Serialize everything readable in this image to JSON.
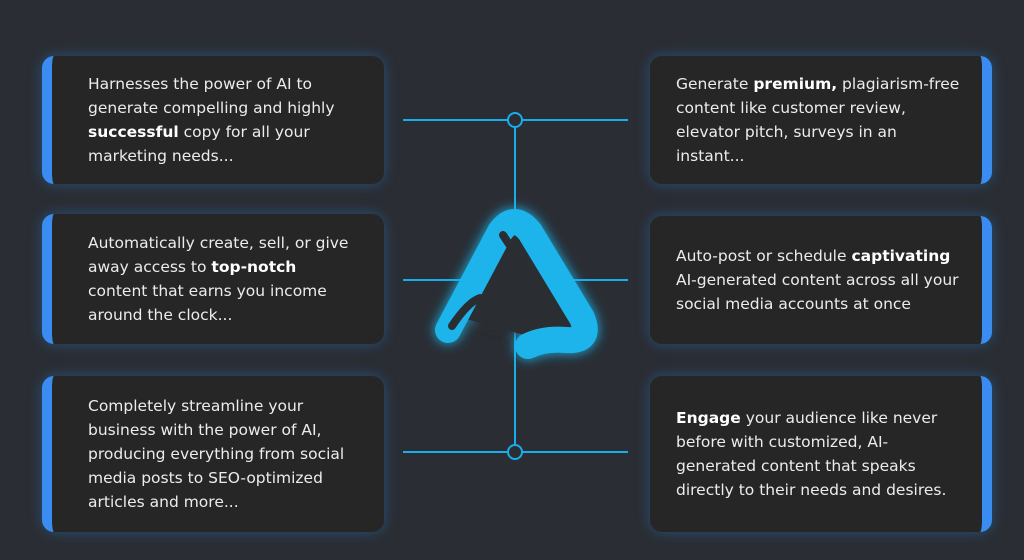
{
  "cards": {
    "left": [
      {
        "before": "Harnesses the power of AI to generate compelling and highly ",
        "bold": "successful",
        "after": " copy for all your marketing needs..."
      },
      {
        "before": "Automatically create, sell, or give away access to ",
        "bold": "top-notch",
        "after": " content that earns you income around the clock..."
      },
      {
        "before": "Completely streamline your business with the power of AI, producing everything from social media posts to SEO-optimized articles and more...",
        "bold": "",
        "after": ""
      }
    ],
    "right": [
      {
        "before": "Generate ",
        "bold": "premium,",
        "after": " plagiarism-free content like customer review, elevator pitch, surveys in an instant..."
      },
      {
        "before": "Auto-post or schedule ",
        "bold": "captivating",
        "after": " AI-generated content across all your social media accounts at once"
      },
      {
        "before": "",
        "bold": "Engage",
        "after": " your audience like never before with customized, AI-generated content that speaks directly to their needs and desires."
      }
    ]
  },
  "colors": {
    "accent": "#3b8cf0",
    "line": "#18aeea",
    "logo": "#1fb4ea",
    "card": "#262626",
    "background": "#2a2d33"
  },
  "icons": {
    "logo": "ai-logo-icon",
    "node": "junction-node-icon"
  }
}
